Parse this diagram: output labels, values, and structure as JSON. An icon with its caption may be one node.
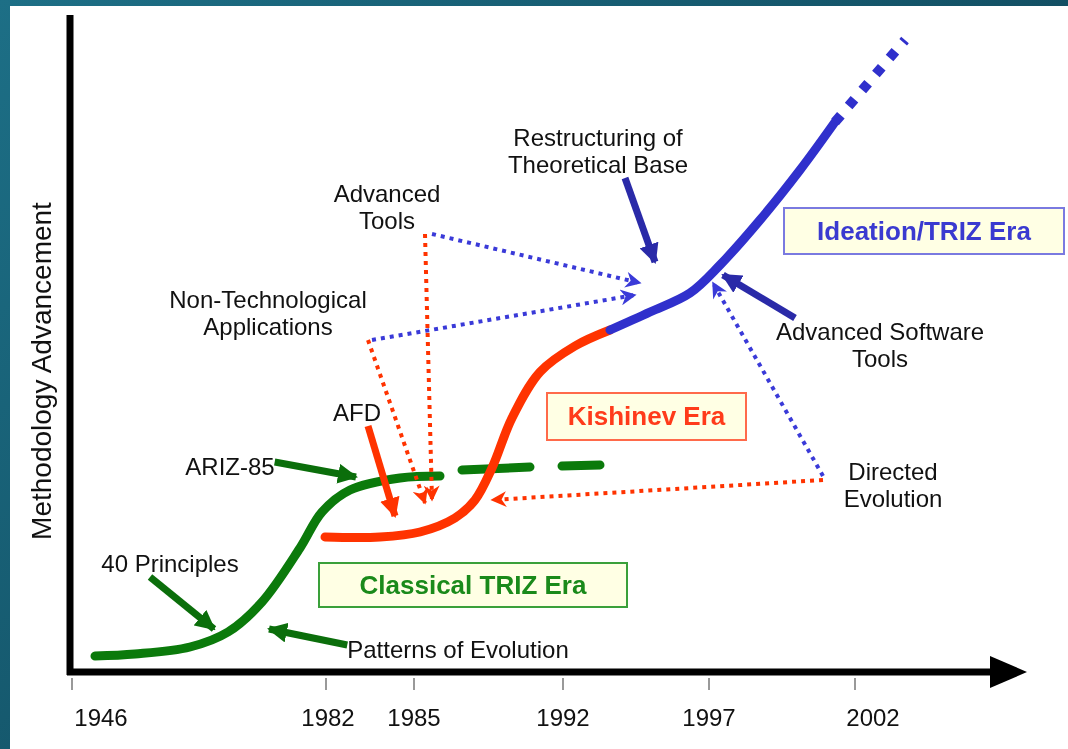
{
  "diagram": {
    "nodes": [
      {
        "text": [
          "Restructuring of Theoretical Base"
        ]
      },
      {
        "text": [
          "Advanced Tools"
        ]
      },
      {
        "text": [
          "Non-Technological Applications"
        ]
      },
      {
        "text": [
          "Ideation/TRIZ Era"
        ]
      },
      {
        "text": [
          "Advanced Software Tools"
        ]
      },
      {
        "text": [
          "AFD"
        ]
      },
      {
        "text": [
          "ARIZ-85"
        ]
      },
      {
        "text": [
          "Kishinev Era"
        ]
      },
      {
        "text": [
          "Directed Evolution"
        ]
      },
      {
        "text": [
          "40 Principles"
        ]
      },
      {
        "text": [
          "Classical TRIZ Era"
        ]
      },
      {
        "text": [
          "Patterns of Evolution"
        ]
      }
    ],
    "edges": [
      {
        "from": 0,
        "to": null,
        "arrow": "to",
        "color": "#2a2aa8"
      },
      {
        "from": 1,
        "to": null,
        "arrow": "to",
        "style": "dashed",
        "color": "#3a3ad8"
      },
      {
        "from": 1,
        "to": null,
        "arrow": "to",
        "style": "dashed",
        "color": "#ff3300"
      },
      {
        "from": 2,
        "to": null,
        "arrow": "to",
        "style": "dashed",
        "color": "#3a3ad8"
      },
      {
        "from": 2,
        "to": null,
        "arrow": "to",
        "style": "dashed",
        "color": "#ff3300"
      },
      {
        "from": 4,
        "to": null,
        "arrow": "to",
        "color": "#2a2aa8"
      },
      {
        "from": 5,
        "to": null,
        "arrow": "to",
        "color": "#ff3300"
      },
      {
        "from": 6,
        "to": null,
        "arrow": "to",
        "color": "#0b6e0b"
      },
      {
        "from": 8,
        "to": null,
        "arrow": "to",
        "style": "dashed",
        "color": "#3a3ad8"
      },
      {
        "from": 8,
        "to": null,
        "arrow": "to",
        "style": "dashed",
        "color": "#ff3300"
      },
      {
        "from": 9,
        "to": null,
        "arrow": "to",
        "color": "#0b6e0b"
      },
      {
        "from": 11,
        "to": null,
        "arrow": "to",
        "color": "#0b6e0b"
      }
    ],
    "labels": [
      "Methodology Advancement",
      "1946",
      "1982",
      "1985",
      "1992",
      "1997",
      "2002"
    ]
  }
}
